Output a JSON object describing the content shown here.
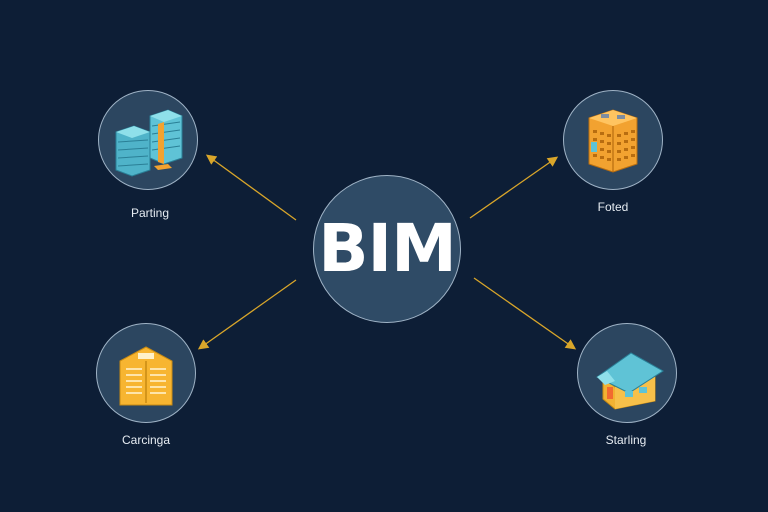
{
  "center": {
    "label": "BIM"
  },
  "nodes": [
    {
      "label": "Parting",
      "icon": "office-buildings-icon"
    },
    {
      "label": "Foted",
      "icon": "apartment-block-icon"
    },
    {
      "label": "Carcinga",
      "icon": "document-building-icon"
    },
    {
      "label": "Starling",
      "icon": "house-icon"
    }
  ],
  "colors": {
    "background": "#0d1e36",
    "node_fill": "#2c4660",
    "node_border": "#9fb3c6",
    "connector": "#d9a62a",
    "accent_blue": "#5fc3d6",
    "accent_orange": "#f2a230"
  }
}
